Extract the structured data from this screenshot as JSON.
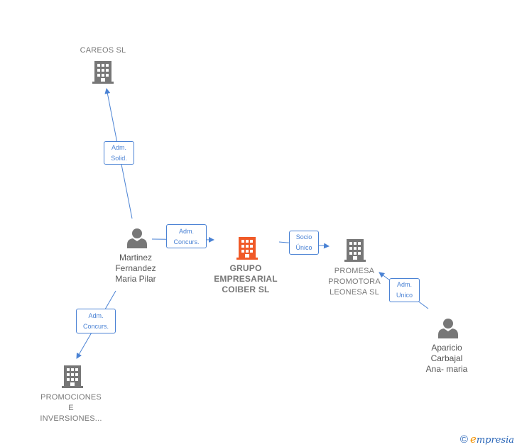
{
  "nodes": {
    "careos": {
      "label": "CAREOS SL",
      "icon": "building-icon",
      "color": "#777777"
    },
    "main": {
      "label": "GRUPO\nEMPRESARIAL\nCOIBER SL",
      "icon": "building-icon",
      "color": "#f05a28"
    },
    "promesa": {
      "label": "PROMESA\nPROMOTORA\nLEONESA SL",
      "icon": "building-icon",
      "color": "#777777"
    },
    "promociones": {
      "label": "PROMOCIONES\nE\nINVERSIONES...",
      "icon": "building-icon",
      "color": "#777777"
    },
    "martinez": {
      "label": "Martinez\nFernandez\nMaria Pilar",
      "icon": "person-icon",
      "color": "#777777"
    },
    "aparicio": {
      "label": "Aparicio\nCarbajal\nAna- maria",
      "icon": "person-icon",
      "color": "#777777"
    }
  },
  "edges": {
    "e1": {
      "label": "Adm.\nSolid."
    },
    "e2": {
      "label": "Adm.\nConcurs."
    },
    "e3": {
      "label": "Adm.\nConcurs."
    },
    "e4": {
      "label": "Socio\nÚnico"
    },
    "e5": {
      "label": "Adm.\nUnico"
    }
  },
  "colors": {
    "edge": "#4a82d4"
  },
  "footer": {
    "copyright_symbol": "©",
    "brand_first": "e",
    "brand_rest": "mpresia"
  }
}
